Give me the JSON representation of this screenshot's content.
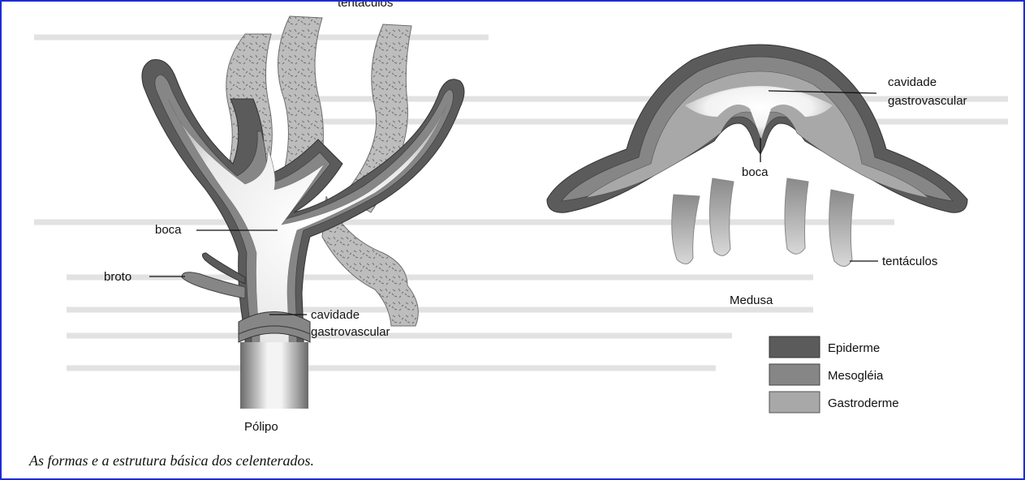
{
  "polyp": {
    "top_label": "tentáculos",
    "labels": {
      "mouth": "boca",
      "bud": "broto",
      "cavity_line1": "cavidade",
      "cavity_line2": "gastrovascular"
    },
    "title": "Pólipo"
  },
  "medusa": {
    "labels": {
      "cavity_line1": "cavidade",
      "cavity_line2": "gastrovascular",
      "mouth": "boca",
      "tentacles": "tentáculos"
    },
    "title": "Medusa"
  },
  "legend": [
    {
      "label": "Epiderme",
      "color": "#5b5b5b"
    },
    {
      "label": "Mesogléia",
      "color": "#868686"
    },
    {
      "label": "Gastroderme",
      "color": "#a8a8a8"
    }
  ],
  "caption": "As formas e a estrutura básica dos celenterados.",
  "colors": {
    "frame": "#1e2bd6",
    "tentacle_fill": "#bdbdbd",
    "epidermis": "#5b5b5b",
    "mesoglea": "#868686",
    "gastroderm": "#a8a8a8"
  }
}
